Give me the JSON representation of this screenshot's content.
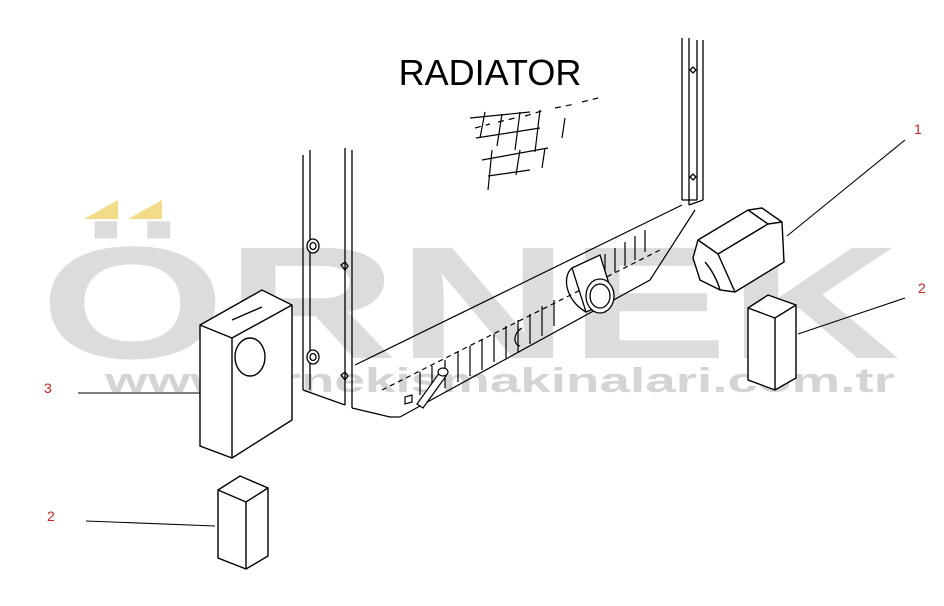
{
  "diagram": {
    "title": "RADIATOR",
    "callouts": [
      {
        "id": "c1",
        "number": "1"
      },
      {
        "id": "c2a",
        "number": "2"
      },
      {
        "id": "c3",
        "number": "3"
      },
      {
        "id": "c2b",
        "number": "2"
      }
    ]
  },
  "watermark": {
    "brand": "ÖRNEK",
    "url": "www.ornekismakinalari.com.tr"
  },
  "colors": {
    "line": "#000000",
    "callout_text": "#cc2222",
    "watermark_text": "#d9d9d9",
    "watermark_accent": "#f2dc8a"
  }
}
